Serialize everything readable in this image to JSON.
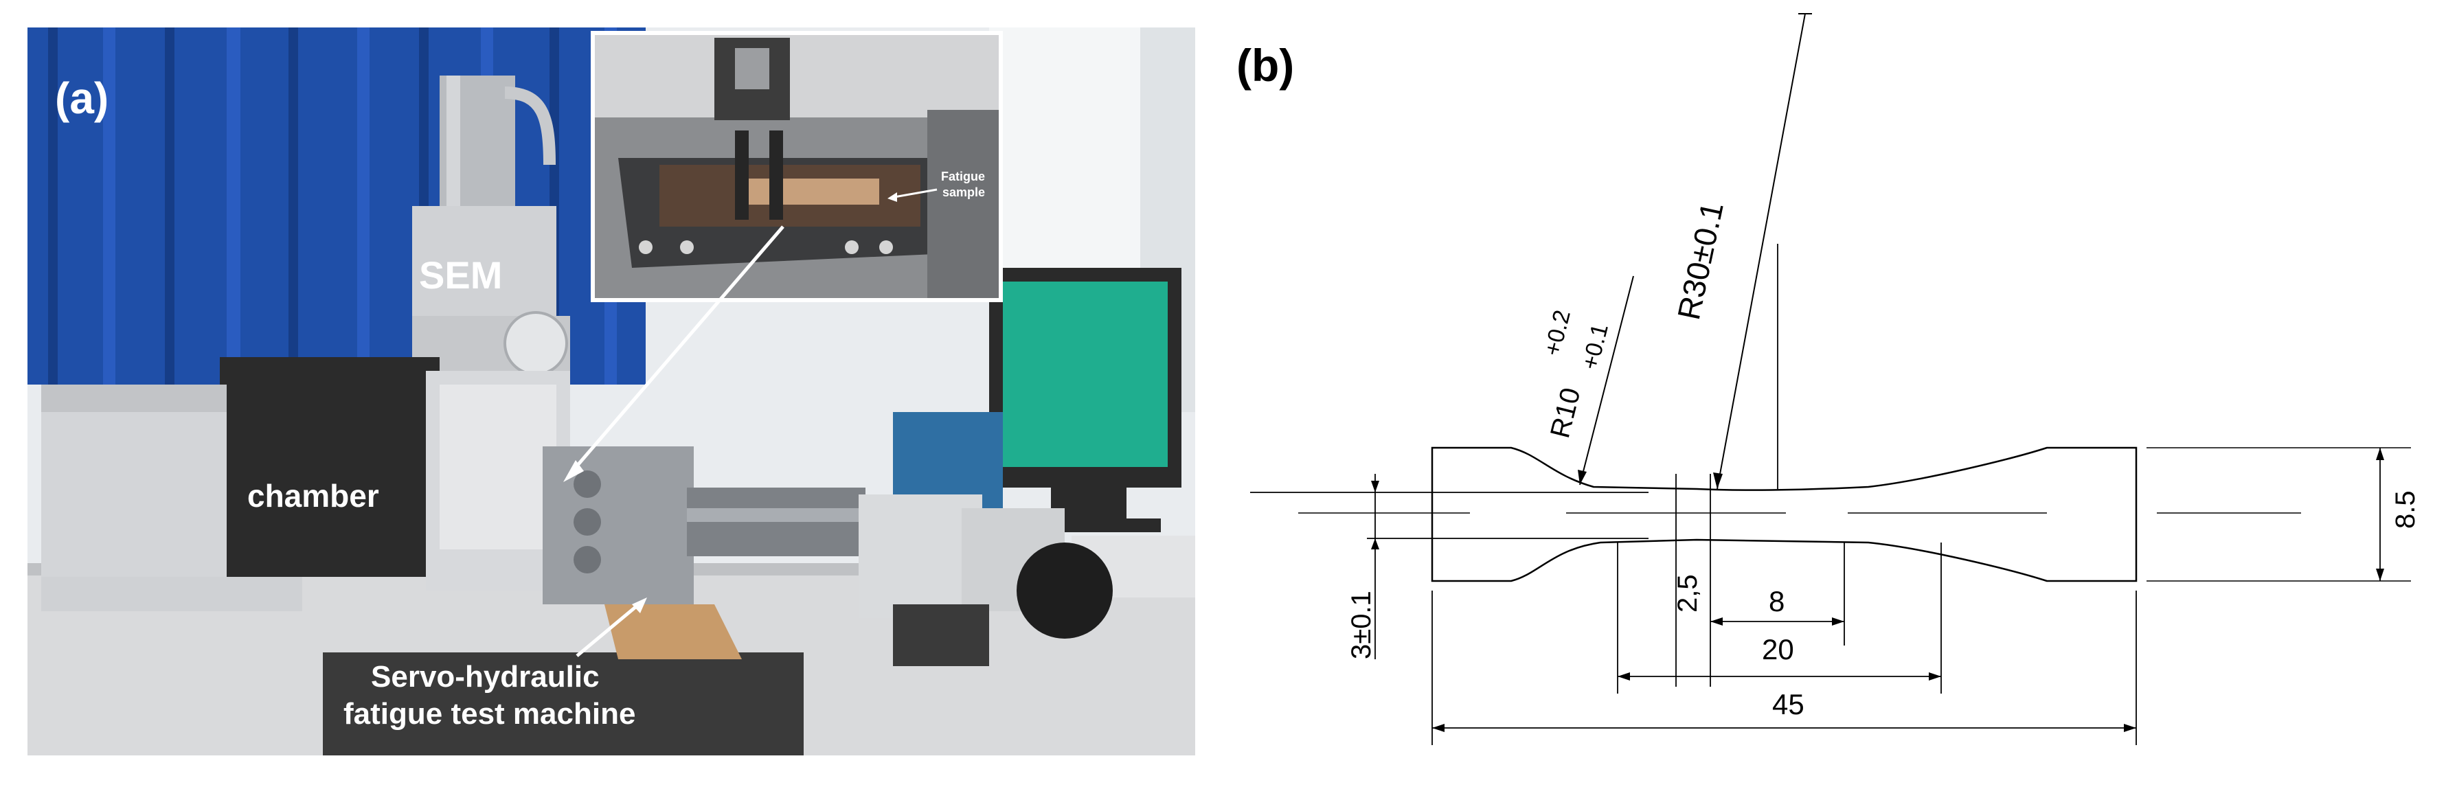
{
  "panel_a": {
    "label": "(a)",
    "photo_labels": {
      "sem": "SEM",
      "chamber": "chamber",
      "machine_line1": "Servo-hydraulic",
      "machine_line2": "fatigue test machine"
    },
    "inset": {
      "label_line1": "Fatigue",
      "label_line2": "sample"
    },
    "colors": {
      "curtain": "#1f4fa8",
      "wall": "#e9ecef",
      "bench": "#d9dadc",
      "monitor_screen": "#1fae8f",
      "arrow": "#ffffff"
    }
  },
  "panel_b": {
    "label": "(b)",
    "dimensions": {
      "r30": "R30±0.1",
      "r10": "R10",
      "r10_tol_upper": "+0.2",
      "r10_tol_lower": "+0.1",
      "thickness": "3±0.1",
      "t2_5": "2,5",
      "d8": "8",
      "d20": "20",
      "d45": "45",
      "h8_5": "8.5"
    }
  }
}
